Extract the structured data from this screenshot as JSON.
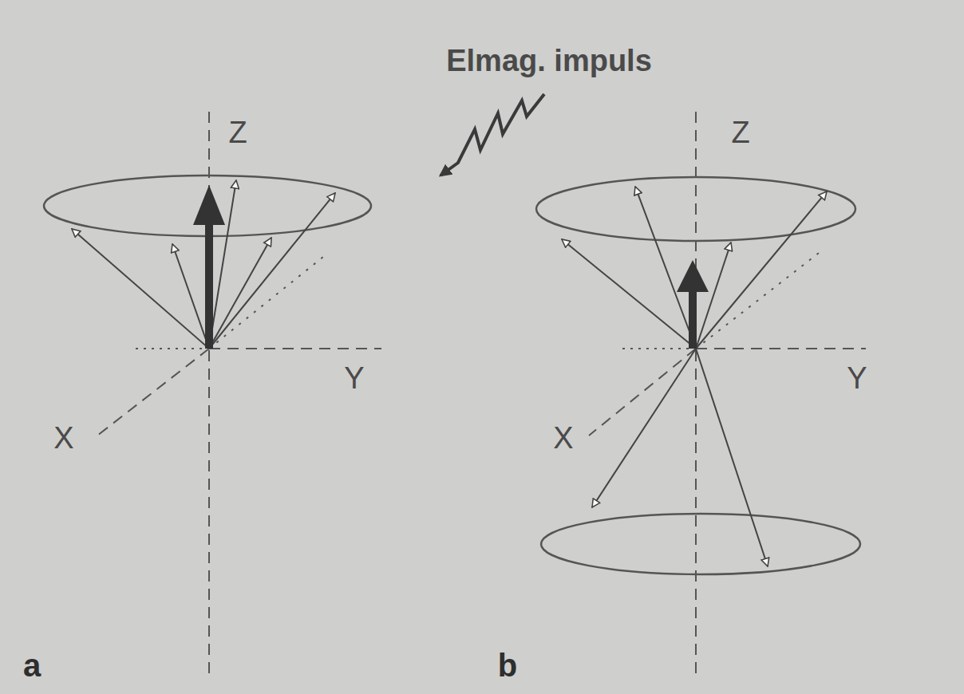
{
  "diagram": {
    "labels": [
      "Elmag. impuls",
      "Z",
      "Y",
      "X",
      "a",
      "Z",
      "Y",
      "X",
      "b"
    ]
  }
}
